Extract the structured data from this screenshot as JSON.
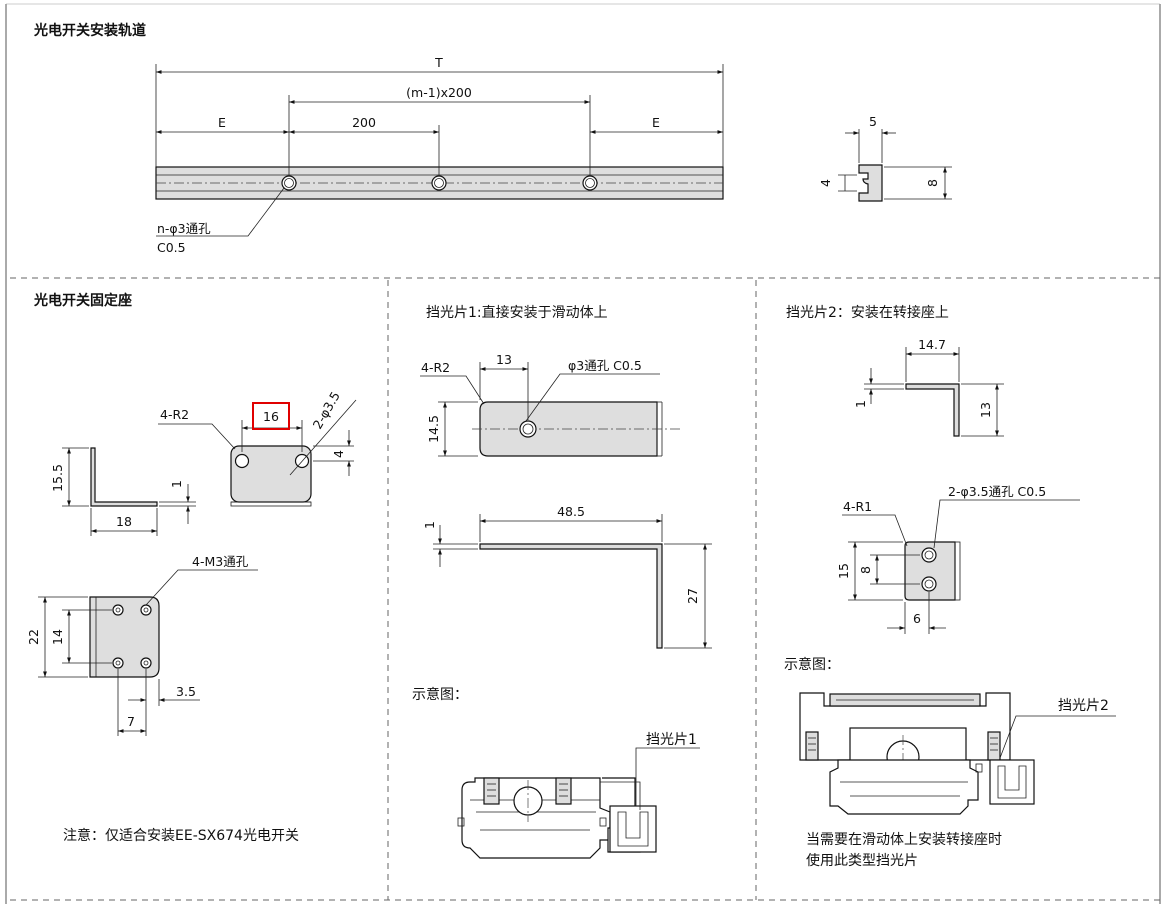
{
  "sections": {
    "rail": {
      "title": "光电开关安装轨道"
    },
    "seat": {
      "title": "光电开关固定座"
    },
    "flag1": {
      "title": "挡光片1:直接安装于滑动体上"
    },
    "flag2": {
      "title": "挡光片2：安装在转接座上"
    }
  },
  "rail": {
    "dim_T": "T",
    "dim_pitch": "(m-1)x200",
    "dim_E_left": "E",
    "dim_200": "200",
    "dim_E_right": "E",
    "hole_note": "n-φ3通孔",
    "chamfer": "C0.5",
    "section_5": "5",
    "section_4": "4",
    "section_8": "8"
  },
  "seat": {
    "r_label": "4-R2",
    "w16": "16",
    "hole_label": "2-φ3.5",
    "dim_4": "4",
    "h155": "15.5",
    "t1": "1",
    "w18": "18",
    "m3_label": "4-M3通孔",
    "h22": "22",
    "h14": "14",
    "d35": "3.5",
    "d7": "7",
    "note": "注意：仅适合安装EE-SX674光电开关"
  },
  "flag1": {
    "r_label": "4-R2",
    "d13": "13",
    "hole_label": "φ3通孔 C0.5",
    "h145": "14.5",
    "t1": "1",
    "l485": "48.5",
    "h27": "27",
    "schematic": "示意图：",
    "callout": "挡光片1"
  },
  "flag2": {
    "w147": "14.7",
    "t1": "1",
    "h13": "13",
    "hole_label": "2-φ3.5通孔 C0.5",
    "r_label": "4-R1",
    "h15": "15",
    "h8": "8",
    "w6": "6",
    "schematic": "示意图：",
    "callout": "挡光片2",
    "note_line1": "当需要在滑动体上安装转接座时",
    "note_line2": "使用此类型挡光片"
  },
  "colors": {
    "highlight": "#e00000",
    "part_fill": "#dedede"
  }
}
